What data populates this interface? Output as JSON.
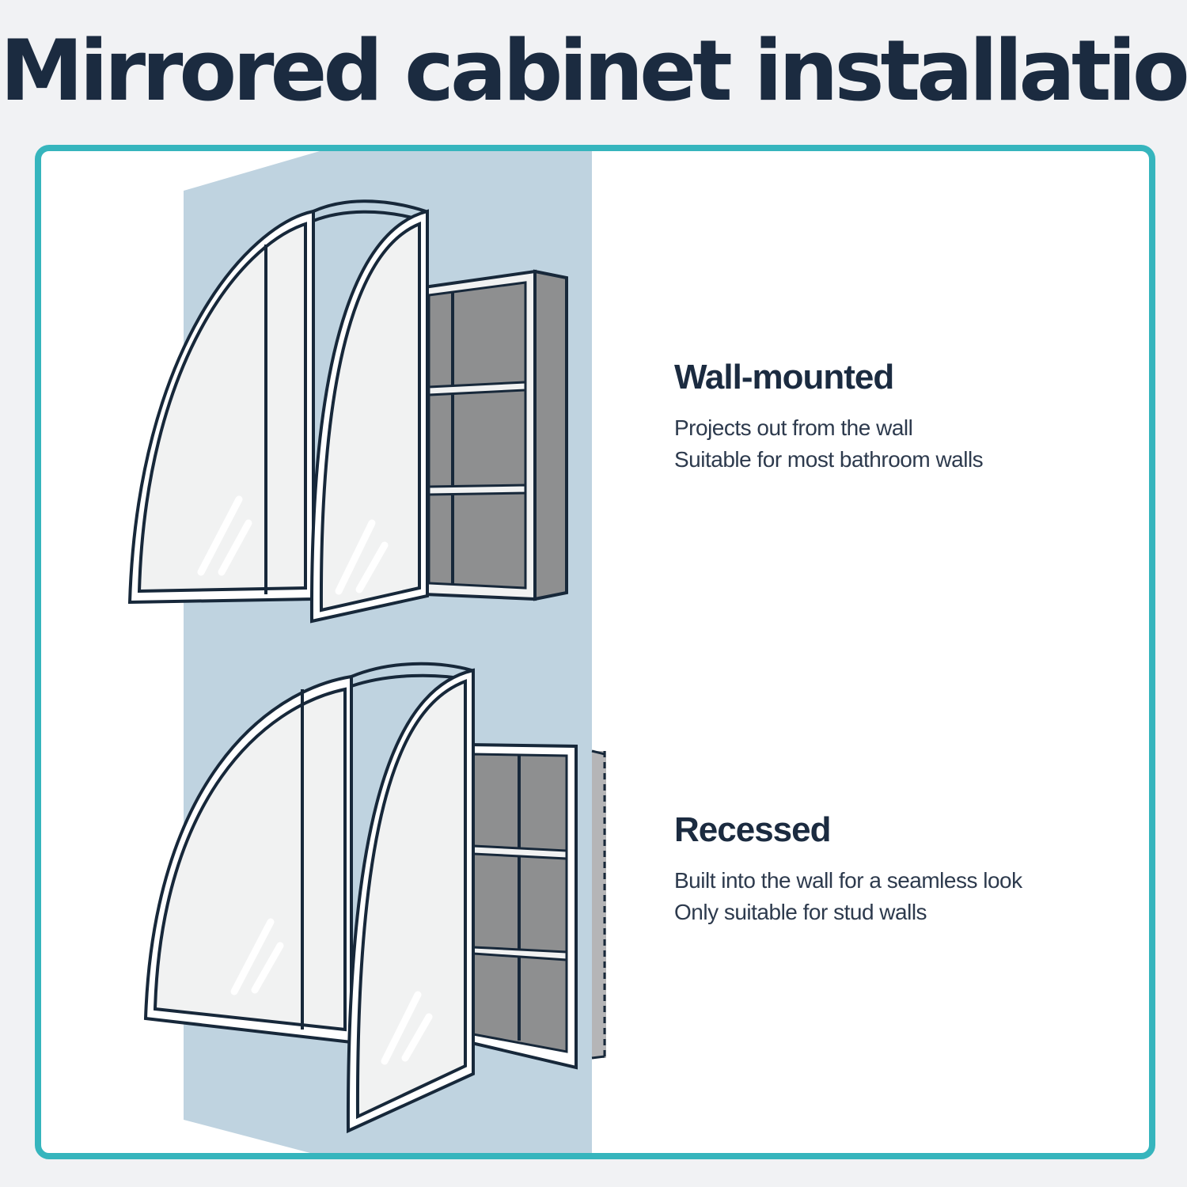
{
  "title": "Mirrored cabinet installation",
  "colors": {
    "background": "#f1f2f4",
    "panel_border": "#36b5bd",
    "wall": "#bfd3e0",
    "outline": "#17283a",
    "mirror": "#f1f2f2",
    "cabinet_interior": "#8e8f90",
    "text": "#1b2b40"
  },
  "options": [
    {
      "heading": "Wall-mounted",
      "lines": [
        "Projects out from the wall",
        "Suitable for most bathroom walls"
      ]
    },
    {
      "heading": "Recessed",
      "lines": [
        "Built into the wall for a seamless look",
        "Only suitable for stud walls"
      ]
    }
  ]
}
